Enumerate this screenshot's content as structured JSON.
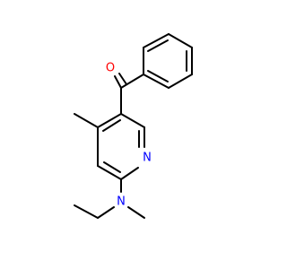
{
  "molecule": {
    "atoms": {
      "O": "O",
      "N_ring": "N",
      "N_amine": "N"
    },
    "colors": {
      "bond": "#000000",
      "oxygen": "#ff0000",
      "nitrogen": "#0000ff",
      "background": "#ffffff"
    }
  }
}
